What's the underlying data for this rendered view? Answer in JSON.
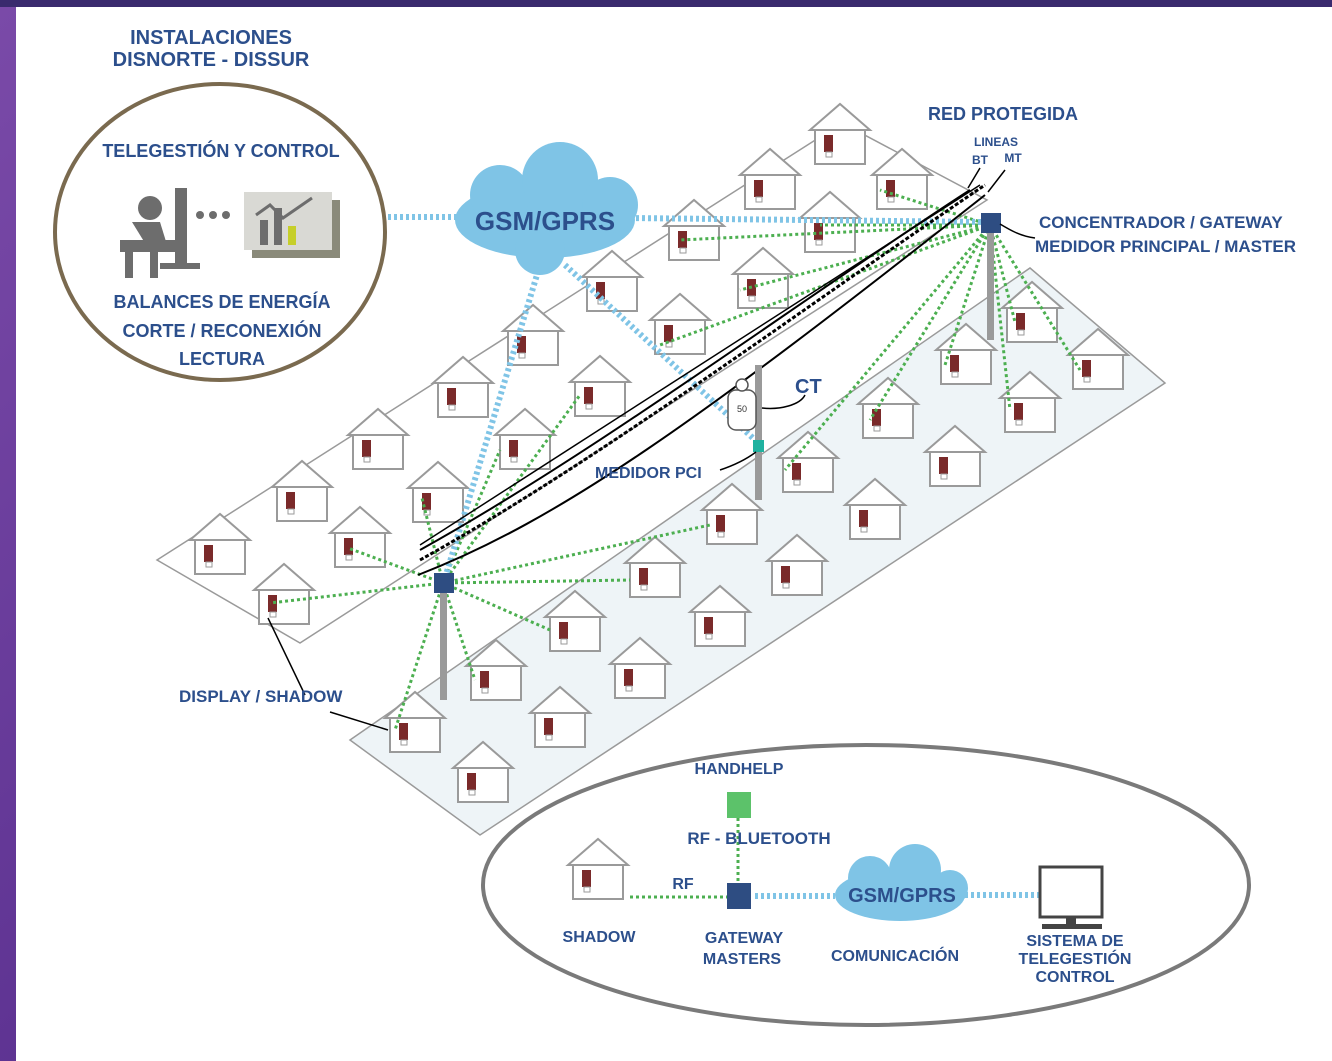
{
  "title": {
    "line1": "INSTALACIONES",
    "line2": "DISNORTE - DISSUR"
  },
  "control_center": {
    "heading": "TELEGESTIÓN Y CONTROL",
    "line1": "BALANCES DE ENERGÍA",
    "line2": "CORTE / RECONEXIÓN",
    "line3": "LECTURA"
  },
  "cloud_main": "GSM/GPRS",
  "red_protegida": "RED PROTEGIDA",
  "lineas": {
    "title": "LINEAS",
    "bt": "BT",
    "mt": "MT"
  },
  "concentrador": {
    "line1": "CONCENTRADOR / GATEWAY",
    "line2": "MEDIDOR PRINCIPAL / MASTER"
  },
  "ct": "CT",
  "ct_value": "50",
  "medidor_pci": "MEDIDOR PCI",
  "display_shadow": "DISPLAY / SHADOW",
  "legend": {
    "handhelp": "HANDHELP",
    "rf_bluetooth": "RF - BLUETOOTH",
    "rf": "RF",
    "shadow": "SHADOW",
    "gateway": {
      "line1": "GATEWAY",
      "line2": "MASTERS"
    },
    "cloud": "GSM/GPRS",
    "comunicacion": "COMUNICACIÓN",
    "sistema": {
      "line1": "SISTEMA DE",
      "line2": "TELEGESTIÓN",
      "line3": "CONTROL"
    }
  },
  "colors": {
    "label": "#2c4f8c",
    "cloud": "#7fc4e6",
    "rf_link": "#4caf50",
    "gateway": "#2e4d82",
    "handheld": "#5cc26a"
  }
}
